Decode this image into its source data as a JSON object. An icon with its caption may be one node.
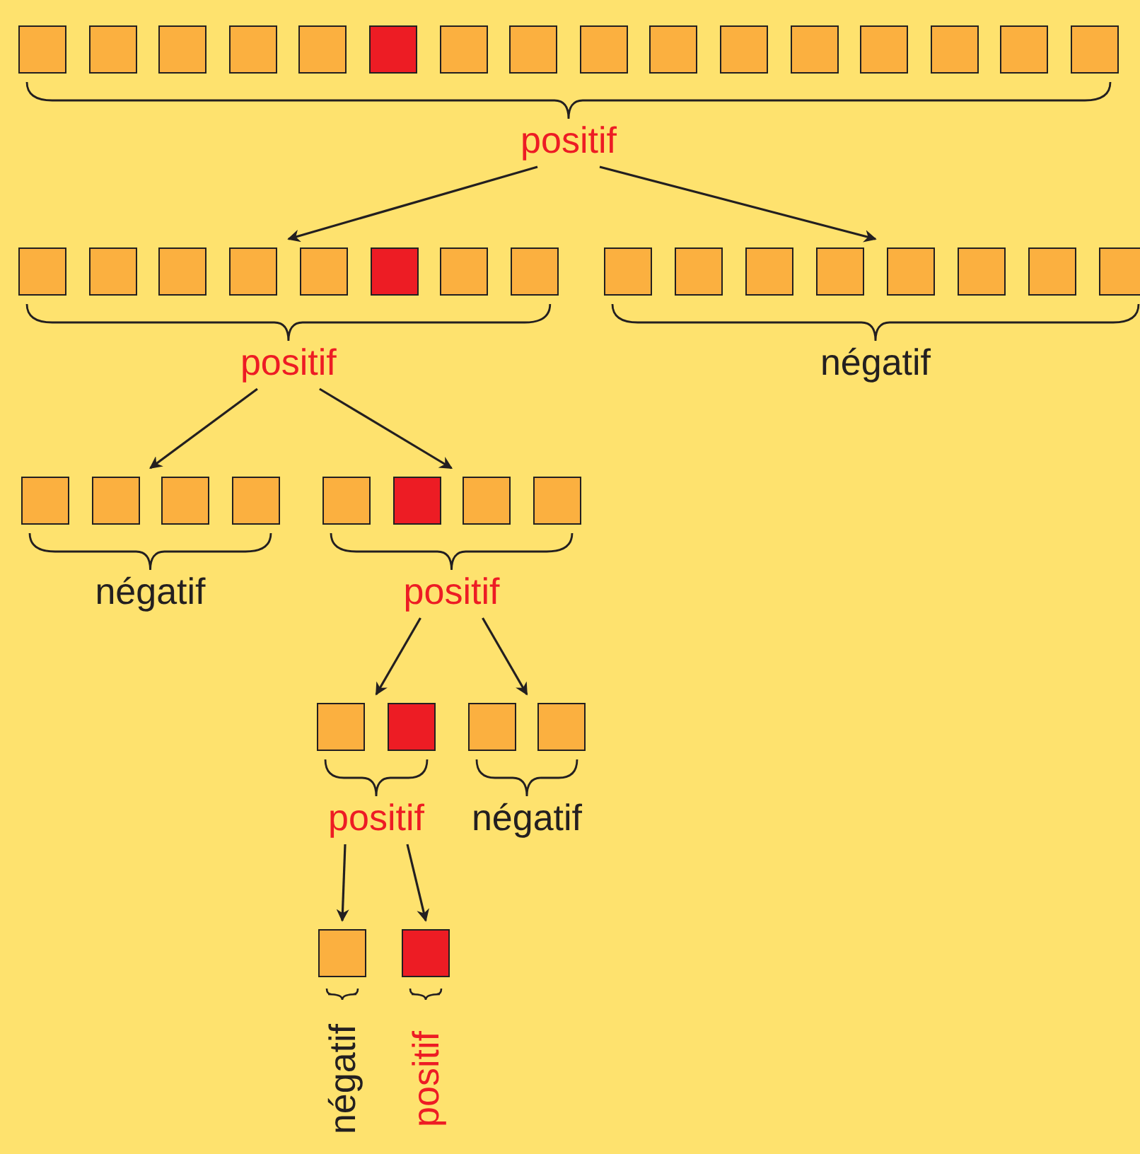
{
  "diagram": {
    "nodes": [
      {
        "text": [
          "positif"
        ]
      },
      {
        "text": [
          "positif"
        ]
      },
      {
        "text": [
          "négatif"
        ]
      },
      {
        "text": [
          "négatif"
        ]
      },
      {
        "text": [
          "positif"
        ]
      },
      {
        "text": [
          "positif"
        ]
      },
      {
        "text": [
          "négatif"
        ]
      },
      {
        "text": [
          "négatif"
        ]
      },
      {
        "text": [
          "positif"
        ]
      }
    ],
    "edges": [
      {
        "from": 0,
        "to": 1,
        "arrow": "to"
      },
      {
        "from": 0,
        "to": 2,
        "arrow": "to"
      },
      {
        "from": 1,
        "to": 3,
        "arrow": "to"
      },
      {
        "from": 1,
        "to": 4,
        "arrow": "to"
      },
      {
        "from": 4,
        "to": 5,
        "arrow": "to"
      },
      {
        "from": 4,
        "to": 6,
        "arrow": "to"
      },
      {
        "from": 5,
        "to": 7,
        "arrow": "to"
      },
      {
        "from": 5,
        "to": 8,
        "arrow": "to"
      }
    ]
  }
}
